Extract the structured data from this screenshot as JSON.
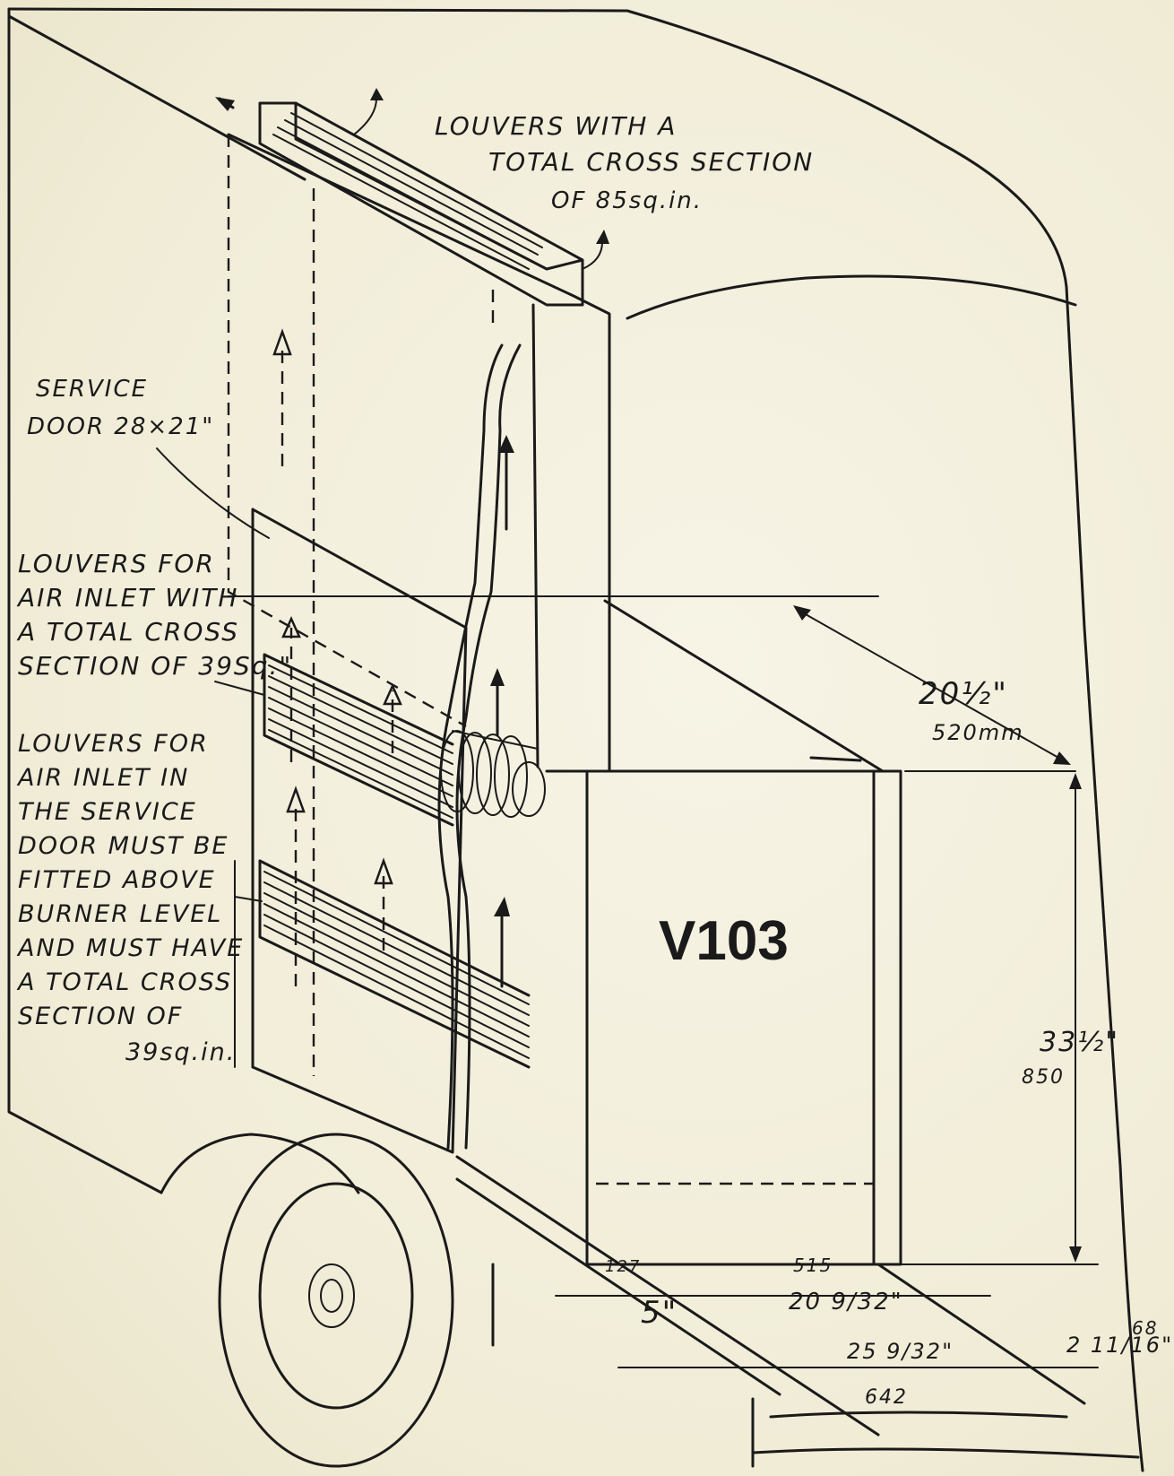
{
  "labels": {
    "top_louvers": [
      "LOUVERS WITH A",
      "TOTAL CROSS SECTION",
      "OF 85sq.in."
    ],
    "service_door": [
      "SERVICE",
      "DOOR 28×21\""
    ],
    "inlet_louvers": [
      "LOUVERS FOR",
      "AIR INLET WITH",
      "A TOTAL CROSS",
      "SECTION OF 39Sq.\""
    ],
    "door_louvers": [
      "LOUVERS FOR",
      "AIR INLET IN",
      "THE SERVICE",
      "DOOR MUST BE",
      "FITTED ABOVE",
      "BURNER LEVEL",
      "AND MUST HAVE",
      "A TOTAL CROSS",
      "SECTION OF",
      "39sq.in."
    ]
  },
  "model": "V103",
  "dimensions": {
    "depth": {
      "inch": "20½\"",
      "mm": "520mm"
    },
    "height": {
      "inch": "33½\"",
      "mm": "850"
    },
    "d5": {
      "mm": "127",
      "inch": "5\""
    },
    "d515": {
      "mm": "515",
      "inch": "20 9/32\""
    },
    "d642": {
      "inch": "25 9/32\"",
      "mm": "642"
    },
    "d68": {
      "inch": "2 11/16\"",
      "mm": "68"
    }
  }
}
